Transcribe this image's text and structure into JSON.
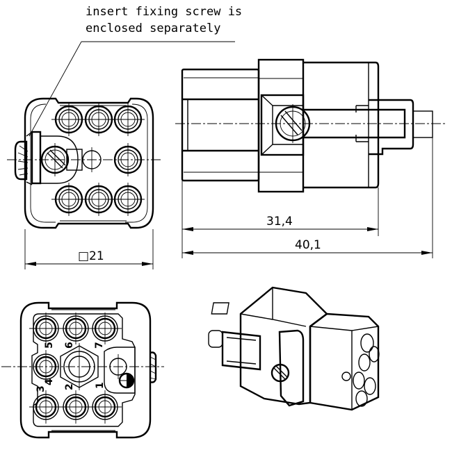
{
  "drawing": {
    "note": {
      "line1": "insert fixing screw is",
      "line2": "enclosed separately"
    },
    "dimensions": {
      "front_square": "□21",
      "length_body": "31,4",
      "length_overall": "40,1"
    },
    "pin_labels": [
      "1",
      "2",
      "3",
      "4",
      "5",
      "6",
      "7"
    ],
    "line_color": "#000000",
    "background": "#ffffff"
  }
}
